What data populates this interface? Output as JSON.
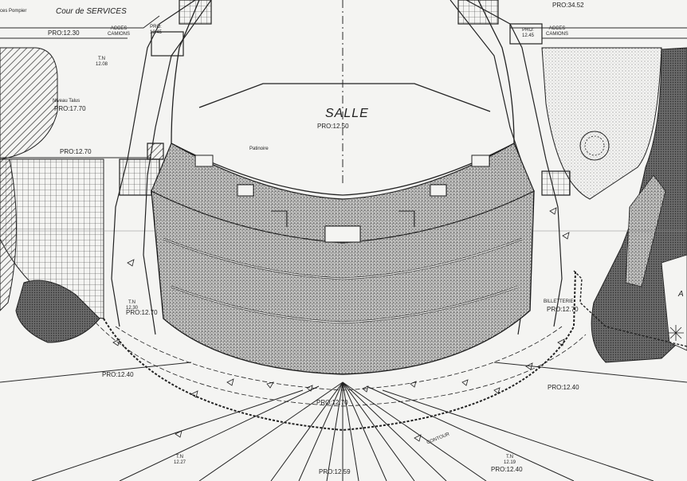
{
  "drawing": {
    "colors": {
      "line": "#2a2a2a",
      "paper": "#f4f4f2",
      "hatch": "#555555"
    },
    "labels": {
      "pompier": "ces Pompier",
      "cour": "Cour de SERVICES",
      "pro_1230_top": "PRO:12.30",
      "acces_left": "ACCES\nCAMIONS",
      "pro_1245_left": "PRO:\n12.45",
      "pro_3452": "PRO:34.52",
      "pro_1245_right": "PRO:\n12.45",
      "acces_right": "ACCES\nCAMIONS",
      "tn_1208": "T.N\n12.08",
      "niveau_talus": "Niveau Talus",
      "pro_1770": "PRO:17.70",
      "salle": "SALLE",
      "pro_1250": "PRO:12.50",
      "patinoire": "Patinoire",
      "pro_1270_left": "PRO:12.70",
      "tn_1230": "T.N\n12.30",
      "pro_1270_mid": "PRO:12.70",
      "billetterie": "BILLETTERIE",
      "pro_1270_right": "PRO:12.70",
      "pro_1240_left": "PRO:12.40",
      "pro_1240_right": "PRO:12.40",
      "pro_1270_bottom": "PRO:12.70",
      "contour": "CONTOUR",
      "tn_1227": "T.N\n12.27",
      "pro_1259": "PRO:12.59",
      "tn_1219": "T.N\n12.19",
      "pro_1240_bottom": "PRO:12.40",
      "corner_a": "A"
    }
  }
}
